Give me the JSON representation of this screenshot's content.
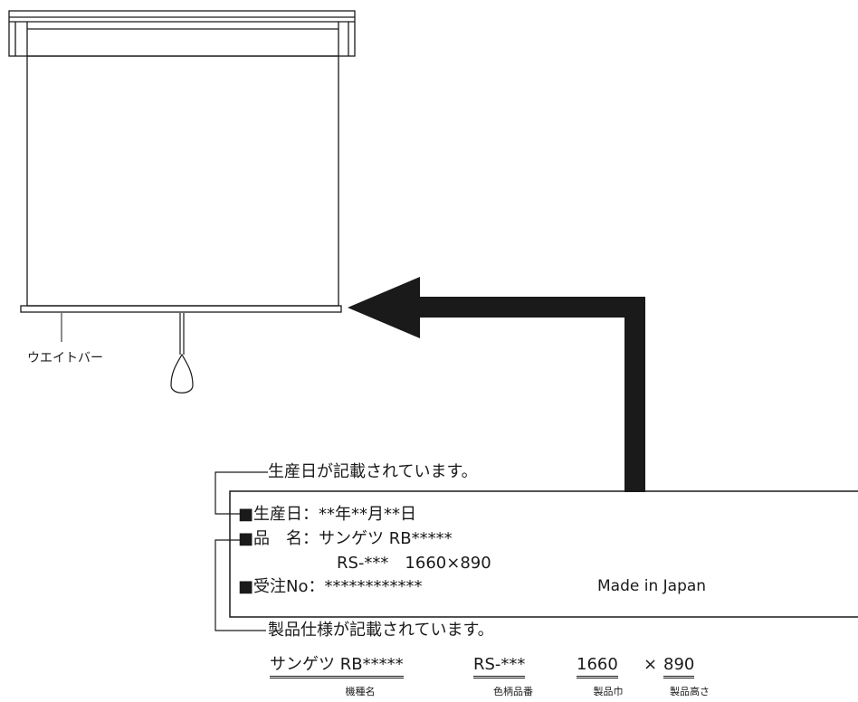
{
  "weight_bar_label": "ウエイトバー",
  "callout_top": "生産日が記載されています。",
  "callout_bottom": "製品仕様が記載されています。",
  "label": {
    "row1": "■生産日：**年**月**日",
    "row2": "■品　名：サンゲツ RB*****",
    "row3": "RS-***　1660×890",
    "row4": "■受注No：************",
    "made_in": "Made in Japan"
  },
  "spec": {
    "model": "サンゲツ RB*****",
    "color_code": "RS-***",
    "width": "1660",
    "times": "×",
    "height": "890",
    "model_caption": "機種名",
    "color_caption": "色柄品番",
    "width_caption": "製品巾",
    "height_caption": "製品高さ"
  }
}
